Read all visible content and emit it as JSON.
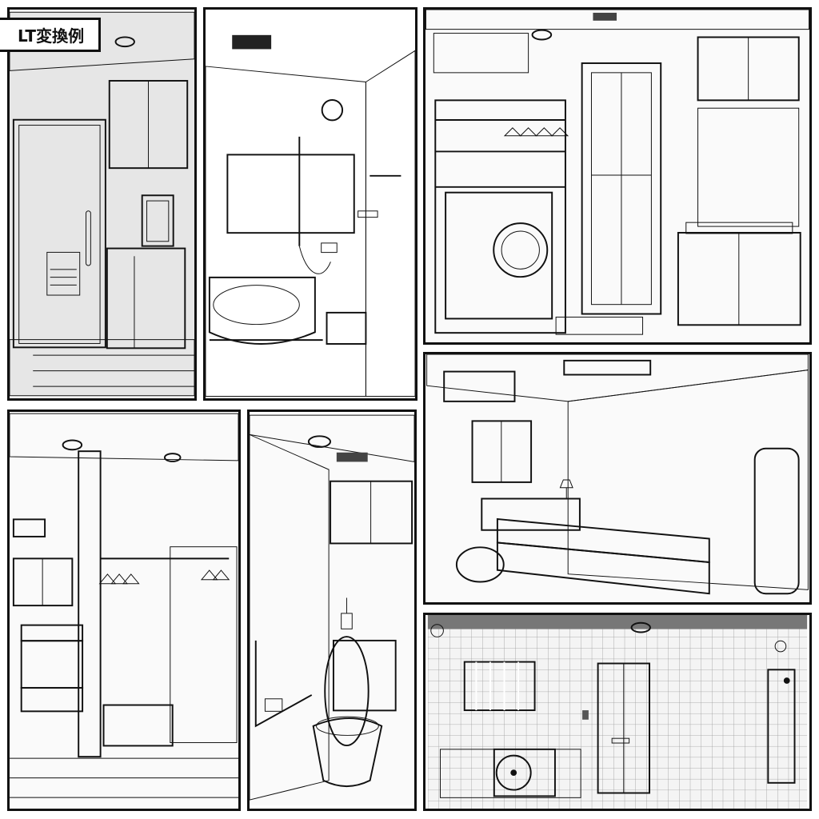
{
  "caption": "LT変換例",
  "panels": [
    {
      "id": "entrance",
      "icons": [
        "door",
        "shoe-cabinet",
        "wall-cabinet",
        "picture-frame",
        "mailbox",
        "ceiling-light"
      ]
    },
    {
      "id": "bathroom",
      "icons": [
        "bathtub",
        "shower",
        "mirror",
        "towel-bar",
        "stool",
        "vent"
      ]
    },
    {
      "id": "laundry",
      "icons": [
        "washing-machine",
        "laundry-rack",
        "hangers",
        "folding-door",
        "vanity-sink",
        "mirror-cabinet",
        "bath-mat"
      ]
    },
    {
      "id": "closet-room",
      "icons": [
        "walk-in-closet",
        "hangers",
        "storage-box",
        "bed",
        "window",
        "air-conditioner"
      ]
    },
    {
      "id": "toilet",
      "icons": [
        "toilet",
        "grab-bar",
        "paper-holder",
        "wall-cabinet",
        "diffuser",
        "vent"
      ]
    },
    {
      "id": "bedroom",
      "icons": [
        "bed",
        "air-conditioner",
        "window",
        "lamp",
        "stool",
        "ceiling-light",
        "wall-panel"
      ]
    },
    {
      "id": "exterior",
      "icons": [
        "front-door",
        "outdoor-ac-unit",
        "window-grille",
        "utility-door",
        "intercom",
        "tile-wall"
      ]
    }
  ]
}
